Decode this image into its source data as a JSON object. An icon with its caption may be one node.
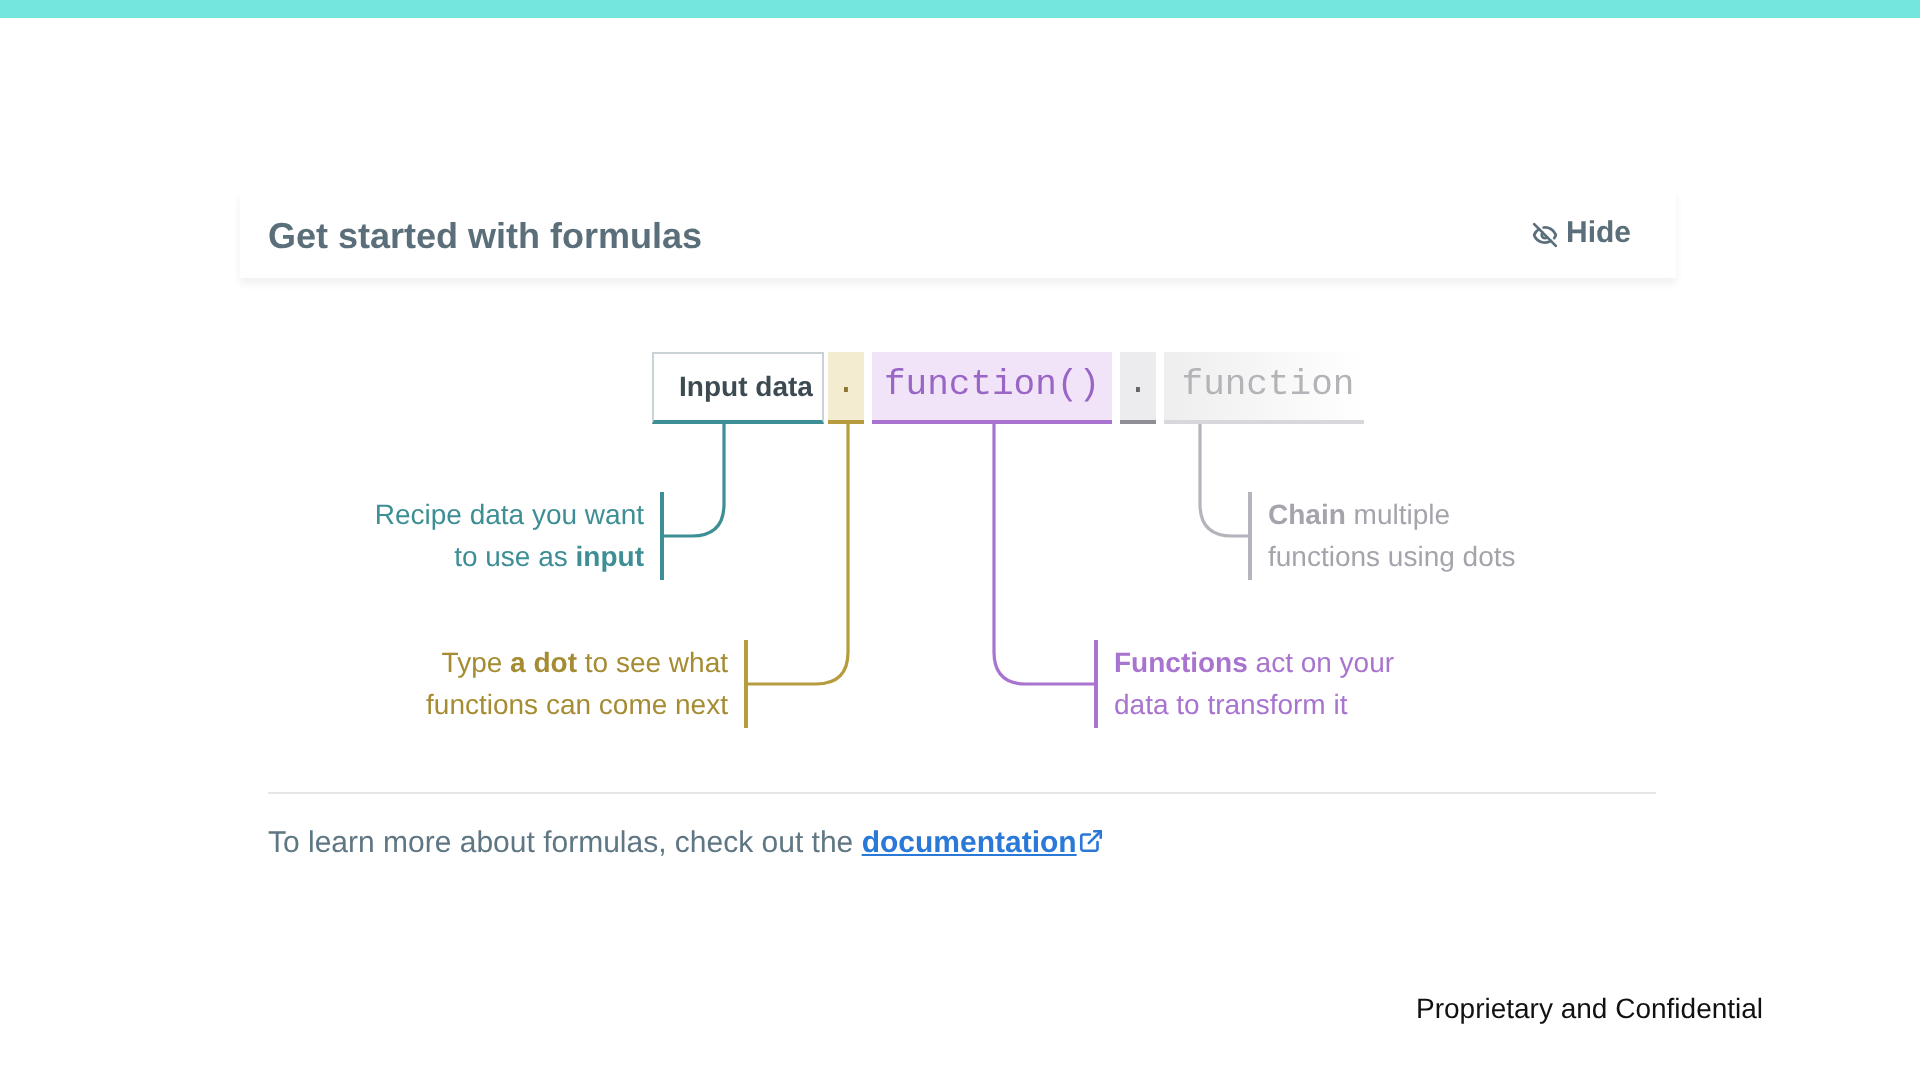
{
  "diagram": {
    "title": "Get started with formulas",
    "nodes": [
      {
        "text": [
          "Input data"
        ]
      },
      {
        "text": [
          "."
        ]
      },
      {
        "text": [
          "function()"
        ]
      },
      {
        "text": [
          "."
        ]
      },
      {
        "text": [
          "function"
        ]
      },
      {
        "text": [
          "Recipe data you want to use as **input**"
        ]
      },
      {
        "text": [
          "Type **a dot** to see what functions can come next"
        ]
      },
      {
        "text": [
          "**Functions** act on your data to transform it"
        ]
      },
      {
        "text": [
          "**Chain** multiple functions using dots"
        ]
      }
    ],
    "edges": [
      {
        "from": 5,
        "to": 0,
        "arrow": "none",
        "color": "#3d8f95"
      },
      {
        "from": 6,
        "to": 1,
        "arrow": "none",
        "color": "#b59c3e"
      },
      {
        "from": 7,
        "to": 2,
        "arrow": "none",
        "color": "#a874cf"
      },
      {
        "from": 8,
        "to": 4,
        "arrow": "none",
        "color": "#b4b4bc"
      }
    ],
    "labels": [
      "Hide",
      "To learn more about formulas, check out the",
      "documentation",
      "Proprietary and Confidential"
    ]
  }
}
